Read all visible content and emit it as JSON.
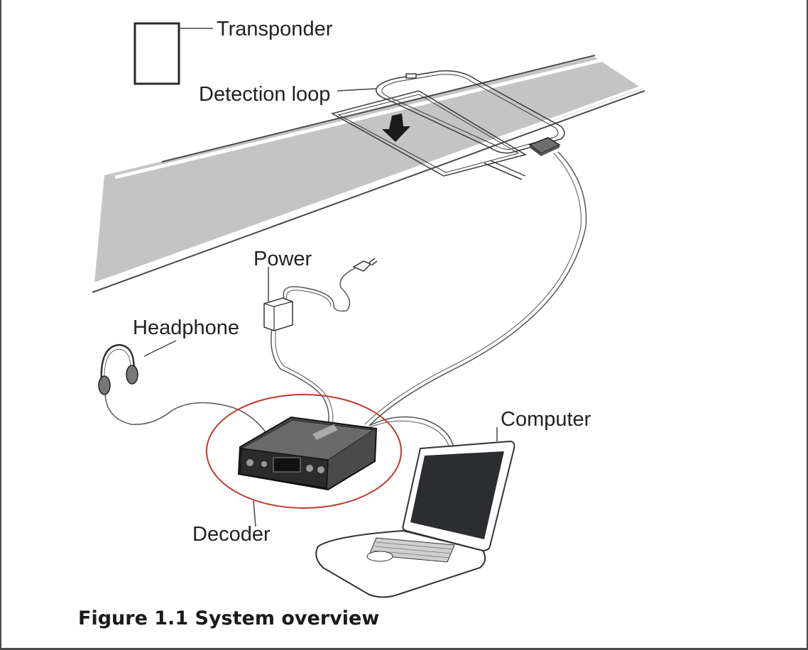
{
  "labels": {
    "transponder": "Transponder",
    "detection_loop": "Detection loop",
    "power": "Power",
    "headphone": "Headphone",
    "computer": "Computer",
    "decoder": "Decoder"
  },
  "caption": "Figure 1.1 System overview",
  "colors": {
    "road": "#c4c4c4",
    "outline": "#3a3a3a",
    "highlight_ellipse": "#c0392b",
    "screen": "#2b2d31"
  }
}
